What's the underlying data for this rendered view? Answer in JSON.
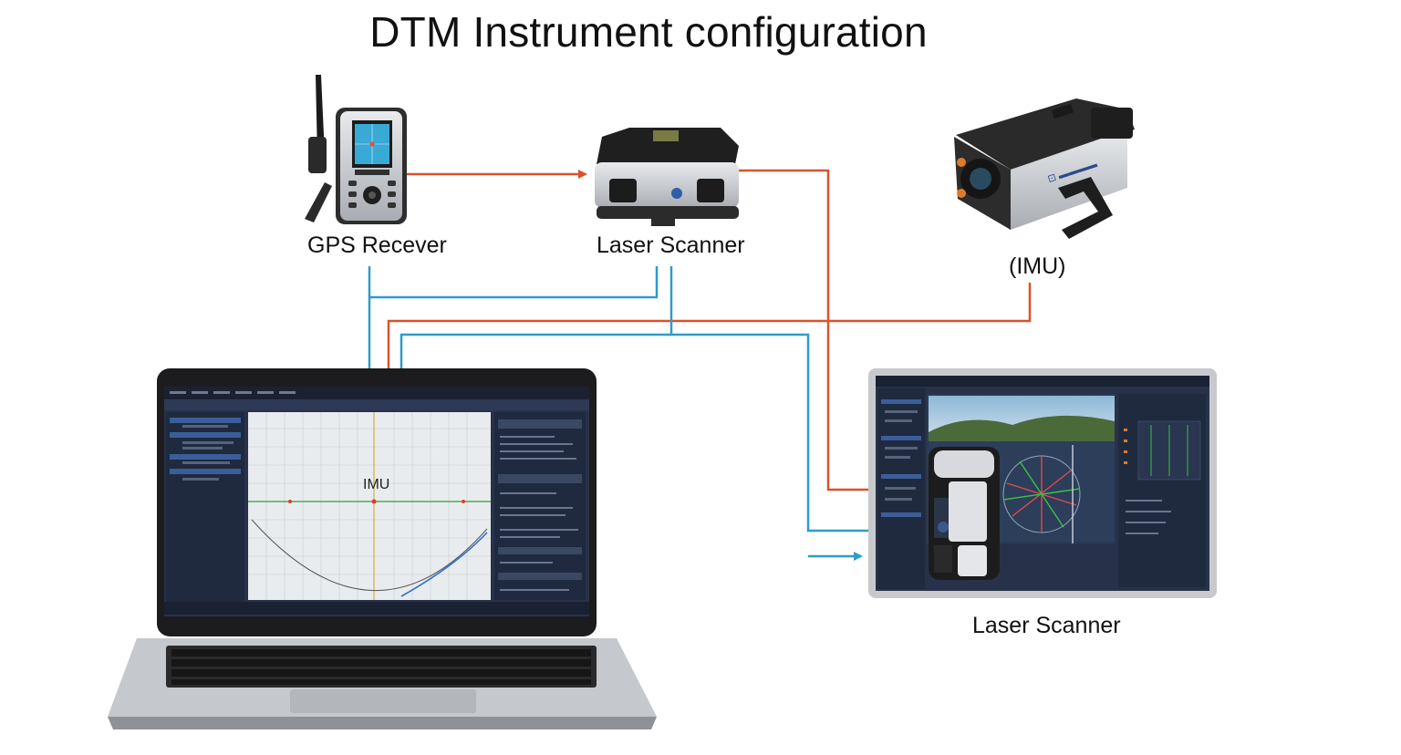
{
  "title": "DTM Instrument configuration",
  "devices": {
    "gps": {
      "label": "GPS Recever",
      "icon": "gps-receiver-icon"
    },
    "laser_scanner_top": {
      "label": "Laser Scanner",
      "icon": "laser-scanner-icon"
    },
    "imu": {
      "label": "(IMU)",
      "icon": "imu-camera-icon"
    },
    "laptop": {
      "icon": "laptop-icon",
      "screen_label": "IMU"
    },
    "monitor": {
      "label": "Laser Scanner",
      "icon": "monitor-icon"
    }
  },
  "colors": {
    "orange": "#d8532a",
    "blue": "#2f9bc9",
    "screen_dark": "#27324a",
    "screen_panel": "#1f2a3f",
    "silver": "#c9ccd1"
  }
}
